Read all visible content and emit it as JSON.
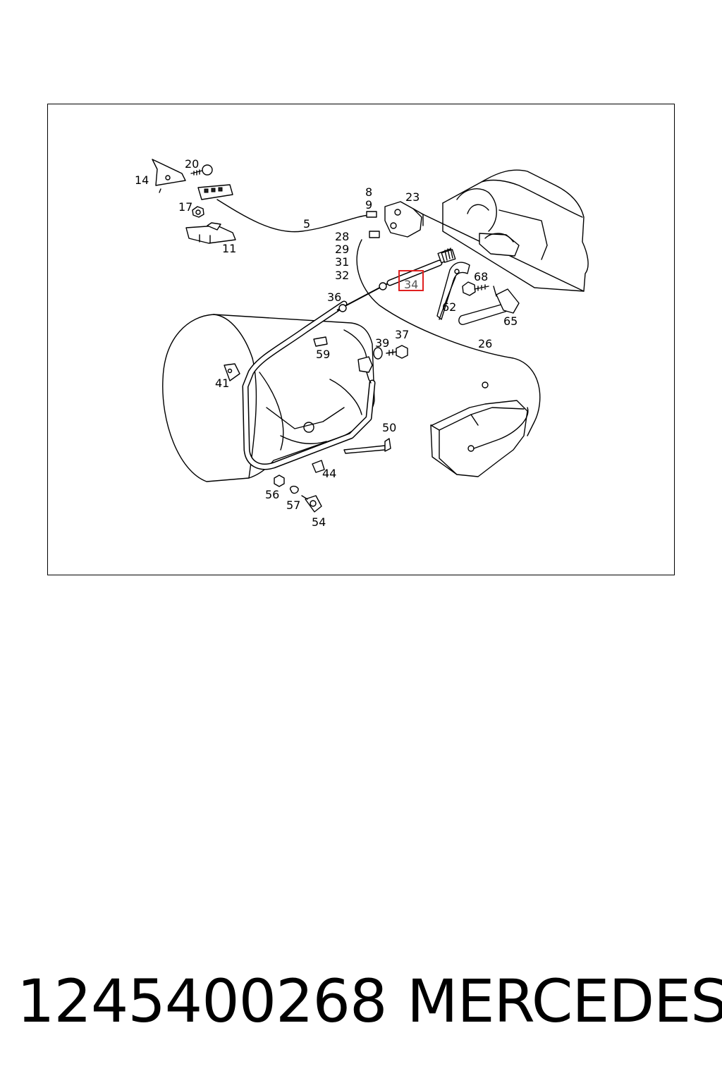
{
  "diagram": {
    "callouts": {
      "c14": "14",
      "c20": "20",
      "c17": "17",
      "c11": "11",
      "c5": "5",
      "c8": "8",
      "c9": "9",
      "c23": "23",
      "c28": "28",
      "c29": "29",
      "c31": "31",
      "c32": "32",
      "c34": "34",
      "c68": "68",
      "c62": "62",
      "c65": "65",
      "c36": "36",
      "c26": "26",
      "c39": "39",
      "c37": "37",
      "c59": "59",
      "c41": "41",
      "c50": "50",
      "c44": "44",
      "c56": "56",
      "c57": "57",
      "c54": "54"
    },
    "highlighted_callout": "34",
    "highlight_color": "#e02020"
  },
  "footer": {
    "part_number": "1245400268",
    "brand": "MERCEDES"
  }
}
